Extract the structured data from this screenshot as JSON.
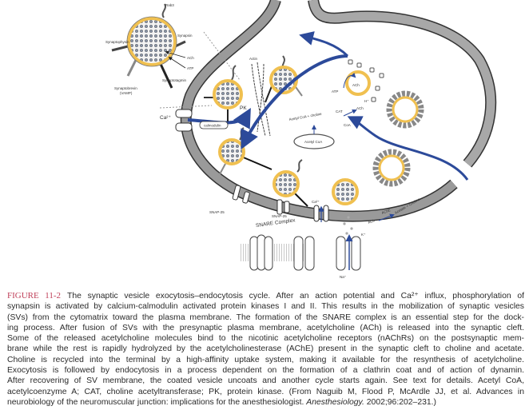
{
  "figure": {
    "label": "FIGURE 11-2",
    "labels": {
      "rab3": "Rab3",
      "synapsin": "Synapsin",
      "synaptophysin": "Synaptophysin",
      "ach": "ACh",
      "atp": "ATP",
      "synaptotagmin": "Synaptotagmin",
      "synaptobrevin": "Synaptobrevin",
      "vamp": "(VAMP)",
      "actin": "Actin",
      "pk": "PK",
      "ca": "Ca²⁺",
      "calmodulin": "calmodulin",
      "atp2": "ATP",
      "ach2": "ACh",
      "hplus": "H⁺",
      "reaction": "Acetyl CoA + choline",
      "cat": "CAT",
      "ach3": "ACh",
      "coa": "CoA",
      "mito": "Acetyl CoA",
      "snap25a": "SNAP-25",
      "snap25b": "SNAP-25",
      "snare": "SNARE Complex",
      "ca2": "Ca²⁺",
      "ache": "AChE",
      "hydrolysis": "ACh",
      "products": "Acetate + Choline",
      "kplus": "K⁺",
      "naplus": "Na⁺"
    }
  },
  "caption": {
    "lines": [
      "The synaptic vesicle exocytosis–endocytosis cycle. After an action potential and Ca²⁺ influx, phosphorylation of",
      "synapsin is activated by calcium-calmodulin activated protein kinases I and II. This results in the mobilization of synaptic vesicles",
      "(SVs) from the cytomatrix toward the plasma membrane. The formation of the SNARE complex is an essential step for the dock-",
      "ing process. After fusion of SVs with the presynaptic plasma membrane, acetylcholine (ACh) is released into the synaptic cleft.",
      "Some of the released acetylcholine molecules bind to the nicotinic acetylcholine receptors (nAChRs) on the postsynaptic mem-",
      "brane while the rest is rapidly hydrolyzed by the acetylcholinesterase (AChE) present in the synaptic cleft to choline and acetate.",
      "Choline is recycled into the terminal by a high-affinity uptake system, making it available for the resynthesis of acetylcholine.",
      "Exocytosis is followed by endocytosis in a process dependent on the formation of a clathrin coat and of action of dynamin.",
      "After recovering of SV membrane, the coated vesicle uncoats and another cycle starts again. See text for details. Acetyl CoA,",
      "acetylcoenzyme A; CAT, choline acetyltransferase; PK, protein kinase. (From Naguib M, Flood P, McArdle JJ, et al. Advances in"
    ],
    "last_line_pre": "neurobiology of the neuromuscular junction: implications for the anesthesiologist. ",
    "last_line_journal": "Anesthesiology.",
    "last_line_post": " 2002;96:202–231.)"
  },
  "colors": {
    "figure_label": "#c0405a",
    "arrow_blue": "#2c4a9a",
    "vesicle_ring": "#f0c050",
    "membrane": "#9a9a9a"
  }
}
